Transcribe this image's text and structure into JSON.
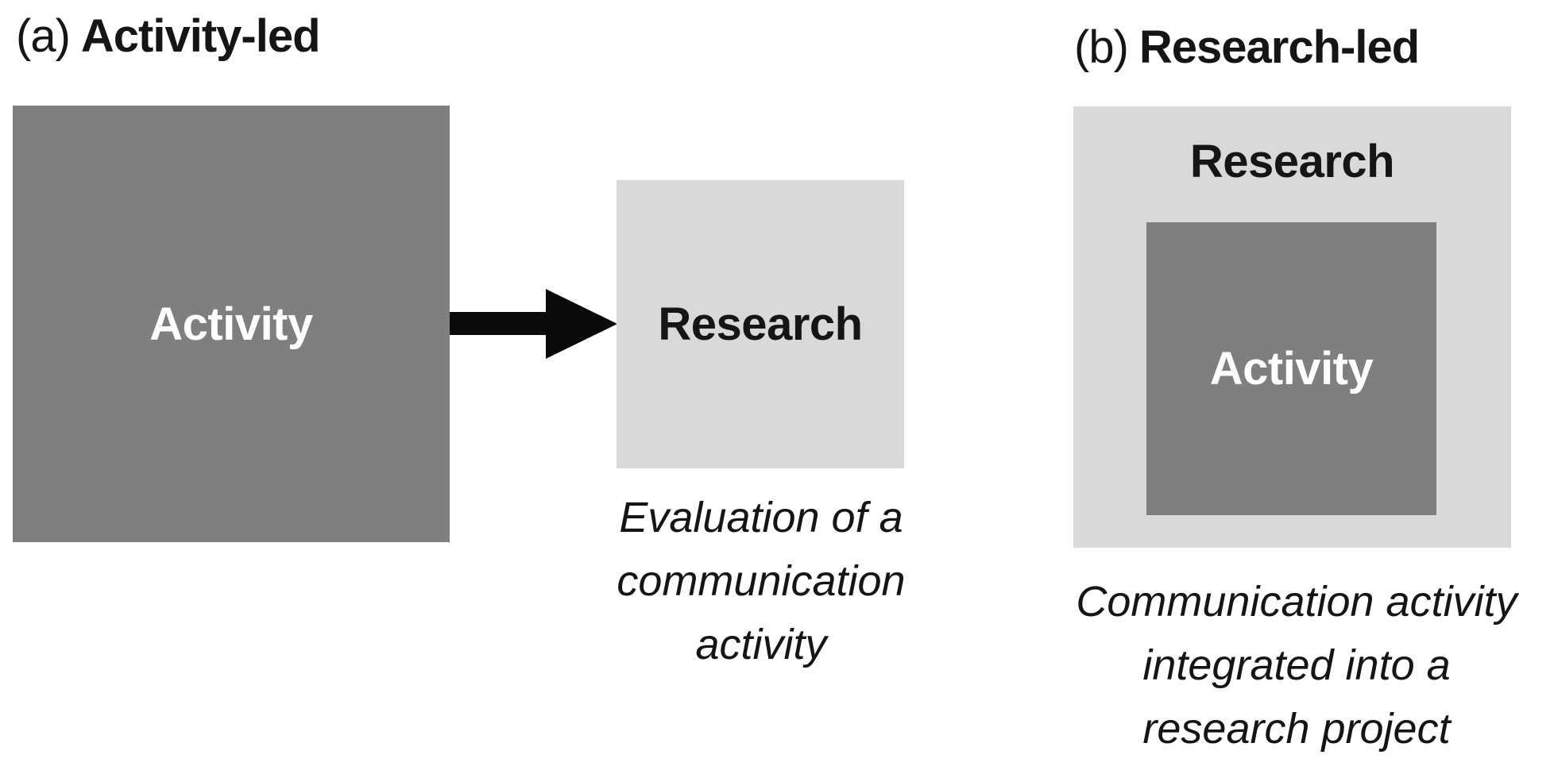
{
  "panel_a": {
    "label_prefix": "(a)",
    "title": "Activity-led",
    "activity_box_label": "Activity",
    "research_box_label": "Research",
    "caption_lines": [
      "Evaluation of a",
      "communication",
      "activity"
    ]
  },
  "panel_b": {
    "label_prefix": "(b)",
    "title": "Research-led",
    "research_box_label": "Research",
    "activity_box_label": "Activity",
    "caption_lines": [
      "Communication activity",
      "integrated into a",
      "research project"
    ]
  },
  "colors": {
    "dark_gray_box": "#7f7f7f",
    "light_gray_box": "#d9d9d9",
    "arrow_black": "#0a0a0a",
    "text_black": "#151515",
    "text_white": "#ffffff",
    "background": "#ffffff"
  }
}
